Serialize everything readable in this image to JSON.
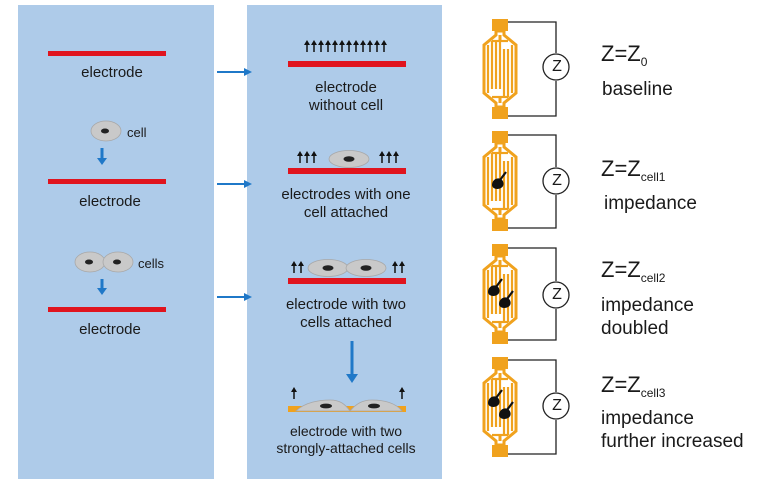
{
  "left": {
    "electrode_1": "electrode",
    "cell_label": "cell",
    "electrode_2": "electrode",
    "cells_label": "cells",
    "electrode_3": "electrode"
  },
  "middle": {
    "step1": [
      "electrode",
      "without cell"
    ],
    "step2": [
      "electrodes with one",
      "cell attached"
    ],
    "step3": [
      "electrode with two",
      "cells attached"
    ],
    "step4": [
      "electrode with two",
      "strongly-attached cells"
    ]
  },
  "circuit_symbol": "Z",
  "right": [
    {
      "formula_main": "Z=Z",
      "formula_sub": "0",
      "lines": [
        "baseline"
      ]
    },
    {
      "formula_main": "Z=Z",
      "formula_sub": "cell1",
      "lines": [
        "impedance"
      ]
    },
    {
      "formula_main": "Z=Z",
      "formula_sub": "cell2",
      "lines": [
        "impedance",
        "doubled"
      ]
    },
    {
      "formula_main": "Z=Z",
      "formula_sub": "cell3",
      "lines": [
        "impedance",
        "further increased"
      ]
    }
  ],
  "colors": {
    "panel": "#aecbe9",
    "electrode": "#e0141e",
    "arrow": "#1f78c8",
    "sensor": "#f0a21e",
    "cell": "#c9c9c9"
  }
}
